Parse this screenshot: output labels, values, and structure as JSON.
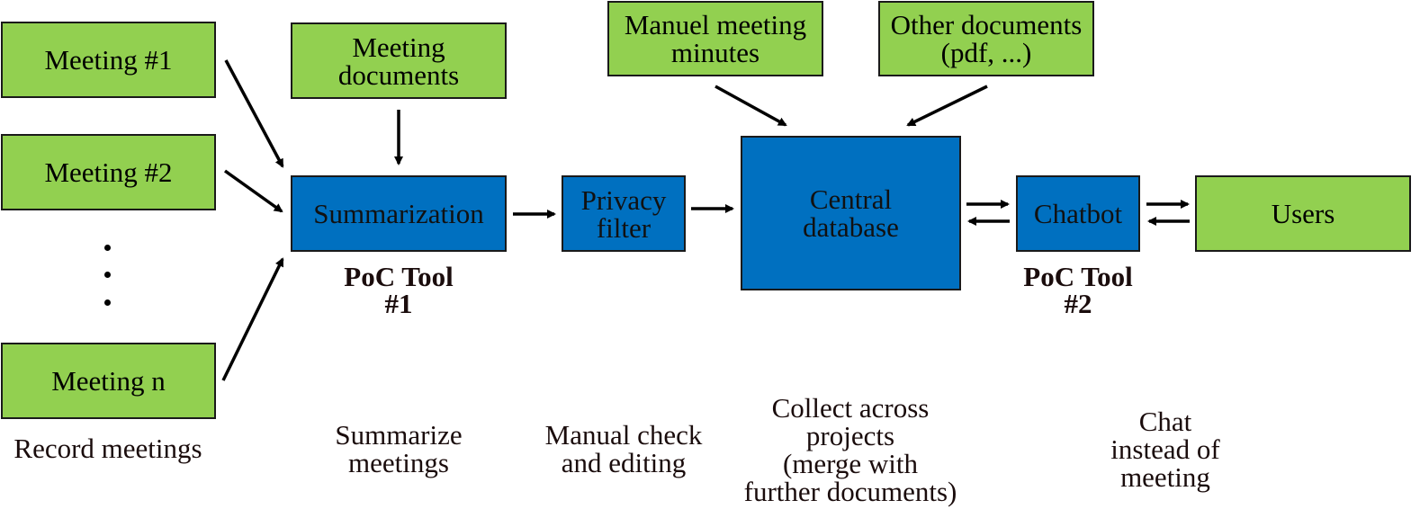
{
  "nodes": {
    "meeting1": "Meeting #1",
    "meeting2": "Meeting #2",
    "meeting_n": "Meeting n",
    "meeting_documents": "Meeting\ndocuments",
    "summarization": "Summarization",
    "privacy_filter": "Privacy\nfilter",
    "manual_minutes": "Manuel meeting\nminutes",
    "other_documents": "Other documents\n(pdf, ...)",
    "central_database": "Central\ndatabase",
    "chatbot": "Chatbot",
    "users": "Users"
  },
  "tools": {
    "tool1": "PoC Tool\n#1",
    "tool2": "PoC Tool\n#2"
  },
  "steps": {
    "record": "Record meetings",
    "summarize": "Summarize\nmeetings",
    "manual_check": "Manual check\nand editing",
    "collect": "Collect across\nprojects\n(merge with\nfurther documents)",
    "chat": "Chat\ninstead of\nmeeting"
  },
  "colors": {
    "input_box": "#92d050",
    "process_box": "#0070c0"
  }
}
